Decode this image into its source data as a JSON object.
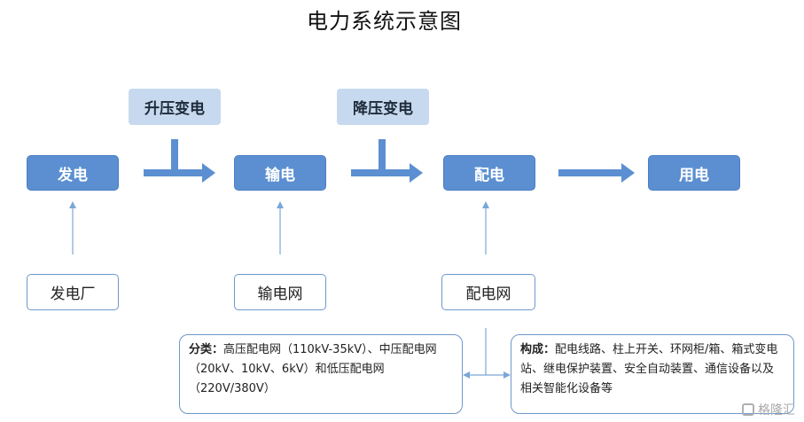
{
  "title": "电力系统示意图",
  "stages": [
    {
      "id": "generation",
      "label": "发电"
    },
    {
      "id": "transmission",
      "label": "输电"
    },
    {
      "id": "distribution",
      "label": "配电"
    },
    {
      "id": "consumption",
      "label": "用电"
    }
  ],
  "transformers": {
    "step_up": "升压变电",
    "step_down": "降压变电"
  },
  "sources": {
    "power_plant": "发电厂",
    "transmission_grid": "输电网",
    "distribution_grid": "配电网"
  },
  "classification": {
    "heading": "分类：",
    "text": "高压配电网（110kV-35kV）、中压配电网（20kV、10kV、6kV）和低压配电网（220V/380V）"
  },
  "composition": {
    "heading": "构成：",
    "text": "配电线路、柱上开关、环网柜/箱、箱式变电站、继电保护装置、安全自动装置、通信设备以及相关智能化设备等"
  },
  "watermark": "格隆汇",
  "colors": {
    "stage_fill": "#5b8fd1",
    "transformer_fill": "#c7d9ee",
    "arrow": "#5b8fd1",
    "thin_arrow": "#7aa6d8"
  }
}
